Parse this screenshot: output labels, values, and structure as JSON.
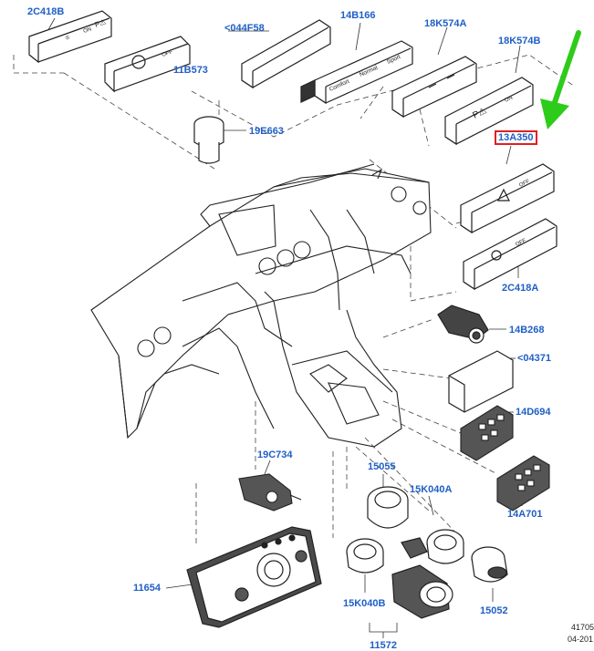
{
  "diagram": {
    "labels": {
      "c2c418b_top": "2C418B",
      "c11b573": "11B573",
      "c044f58": "<044F58",
      "c14b166": "14B166",
      "c18k574a": "18K574A",
      "c18k574b": "18K574B",
      "c13a350": "13A350",
      "c19e663": "19E663",
      "c2c418a": "2C418A",
      "c14b268": "14B268",
      "c04371": "<04371",
      "c14d694": "14D694",
      "c14a701": "14A701",
      "c19c734": "19C734",
      "c15055": "15055",
      "c15k040a": "15K040A",
      "c11654": "11654",
      "c15k040b": "15K040B",
      "c15052": "15052",
      "c11572": "11572"
    },
    "switch_text": {
      "on": "ON",
      "off": "OFF",
      "comfort": "Comfort",
      "normal": "Normal",
      "sport": "Sport"
    },
    "reference": {
      "code": "41705",
      "date": "04-201"
    },
    "highlight_color": "#e02020",
    "arrow_color": "#2ecc1a",
    "label_color": "#1f5fc6"
  }
}
